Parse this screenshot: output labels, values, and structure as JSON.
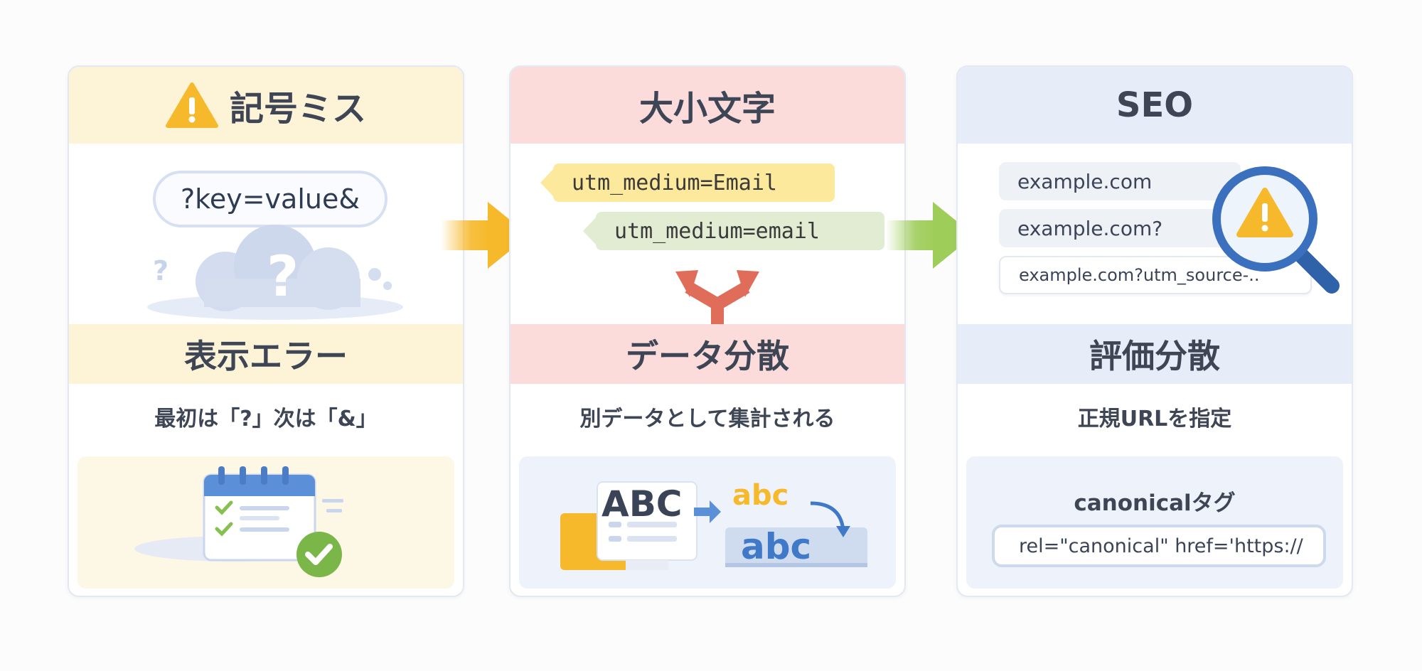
{
  "panels": [
    {
      "header": "記号ミス",
      "example": "?key=value&",
      "issue": "表示エラー",
      "note": "最初は「?」次は「&」"
    },
    {
      "header": "大小文字",
      "tag_upper": "utm_medium=Email",
      "tag_lower": "utm_medium=email",
      "issue": "データ分散",
      "note": "別データとして集計される",
      "glyphs": {
        "upper": "ABC",
        "lower_small": "abc",
        "lower_big": "abc"
      }
    },
    {
      "header": "SEO",
      "urls": [
        "example.com",
        "example.com?",
        "example.com?utm_source-.."
      ],
      "issue": "評価分散",
      "note": "正規URLを指定",
      "canonical_label": "canonicalタグ",
      "code": "rel=\"canonical\" href='https://"
    }
  ],
  "colors": {
    "yellow_band": "#fdf3d7",
    "red_band": "#fbdcdb",
    "blue_band": "#e6edf9",
    "yellow_arrow": "#f6b92b",
    "green_arrow": "#9fcd5a",
    "split_arrow": "#e06c5a"
  },
  "icons": [
    "warning-icon",
    "question-icon",
    "calendar-check-icon",
    "magnifier-warning-icon",
    "split-arrow-icon"
  ]
}
